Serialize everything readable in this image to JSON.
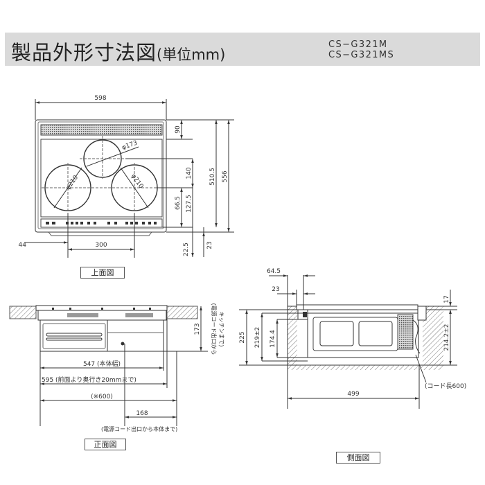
{
  "header": {
    "title": "製品外形寸法図",
    "unit": "(単位mm)",
    "models": [
      "CS−G321M",
      "CS−G321MS"
    ]
  },
  "top_view": {
    "caption": "上面図",
    "dims": {
      "width": "598",
      "left_offset": "44",
      "center_width": "300",
      "d90": "90",
      "d140": "140",
      "d510_5": "510.5",
      "d556": "556",
      "d66_5": "66.5",
      "d127_5": "127.5",
      "d22_5": "22.5",
      "d23": "23",
      "phi173": "φ173",
      "phi210a": "φ210",
      "phi210b": "φ210"
    }
  },
  "front_view": {
    "caption": "正面図",
    "dims": {
      "body_width": "547 (本体幅)",
      "d595": "595 (前面より奥行き20mmまで)",
      "d600": "(※600)",
      "d168": "168",
      "d173": "173"
    },
    "notes": {
      "cord_exit": "(電源コード出口から本体まで)",
      "cord_kitchen_1": "(電源コード出口から",
      "cord_kitchen_2": "キッチンまで)"
    }
  },
  "side_view": {
    "caption": "側面図",
    "dims": {
      "d64_5": "64.5",
      "d23": "23",
      "d17": "17",
      "d225": "225",
      "d219": "219±2",
      "d174_4": "174.4",
      "d214": "214.2±2",
      "d499": "499",
      "cord_length": "(コード長600)"
    }
  }
}
